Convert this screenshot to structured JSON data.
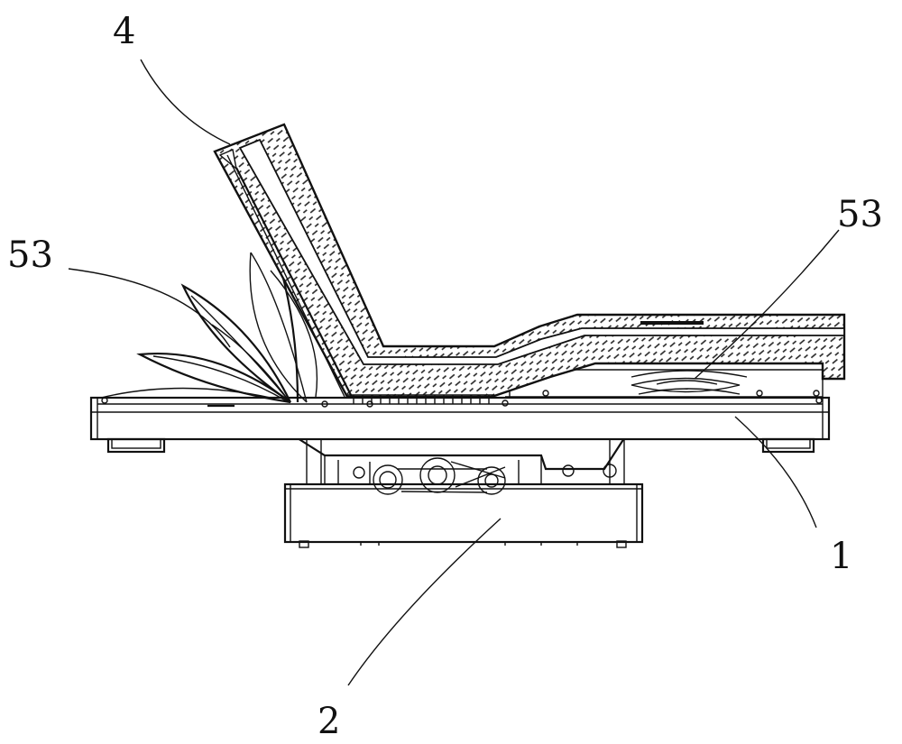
{
  "figure": {
    "labels": [
      {
        "id": "label-4",
        "text": "4"
      },
      {
        "id": "label-53-left",
        "text": "53"
      },
      {
        "id": "label-53-right",
        "text": "53"
      },
      {
        "id": "label-1",
        "text": "1"
      },
      {
        "id": "label-2",
        "text": "2"
      }
    ]
  }
}
